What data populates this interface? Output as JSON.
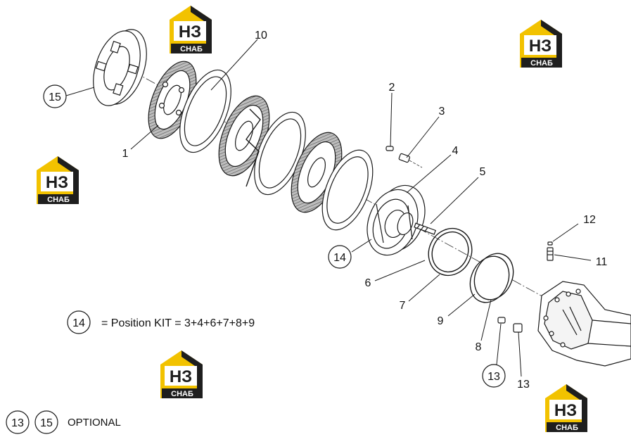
{
  "callouts": {
    "c1": "1",
    "c2": "2",
    "c3": "3",
    "c4": "4",
    "c5": "5",
    "c6": "6",
    "c7": "7",
    "c8": "8",
    "c9": "9",
    "c10": "10",
    "c11": "11",
    "c12": "12",
    "c13": "13",
    "c13b": "13",
    "c14": "14",
    "c15": "15"
  },
  "legend": {
    "kit_num": "14",
    "kit_text": "= Position KIT = 3+4+6+7+8+9",
    "opt_num_a": "13",
    "opt_num_b": "15",
    "opt_text": "OPTIONAL"
  },
  "watermark": {
    "top": "НЗ",
    "bottom": "СНАБ"
  },
  "colors": {
    "line": "#1a1a1a",
    "logo_yellow": "#f2c200",
    "logo_dark": "#1e1e1e",
    "friction": "#8a8a8a"
  }
}
